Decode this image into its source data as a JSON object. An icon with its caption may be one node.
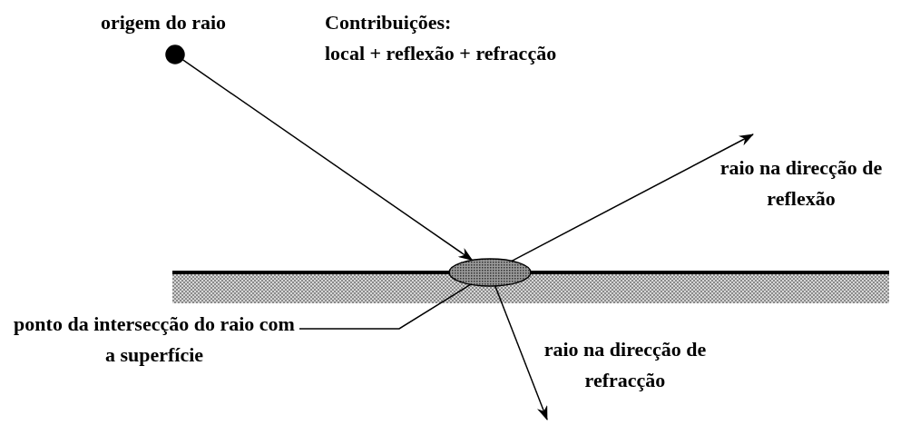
{
  "diagram": {
    "nodes": [
      {
        "text": [],
        "shape": "circle",
        "beside": [
          "origem do raio"
        ]
      },
      {
        "text": [],
        "shape": "ellipse"
      },
      {
        "text": [
          "ponto da intersecção do raio com a superfície"
        ]
      }
    ],
    "edges": [
      {
        "from": 0,
        "to": 1,
        "arrow": "to"
      },
      {
        "from": 1,
        "to": null,
        "arrow": "to"
      },
      {
        "from": 1,
        "to": null,
        "arrow": "to"
      },
      {
        "from": 2,
        "to": 1,
        "arrow": "none"
      }
    ],
    "labels": [
      "Contribuições:",
      "local + reflexão + refracção",
      "raio na direcção de reflexão",
      "raio na direcção de refracção"
    ]
  }
}
